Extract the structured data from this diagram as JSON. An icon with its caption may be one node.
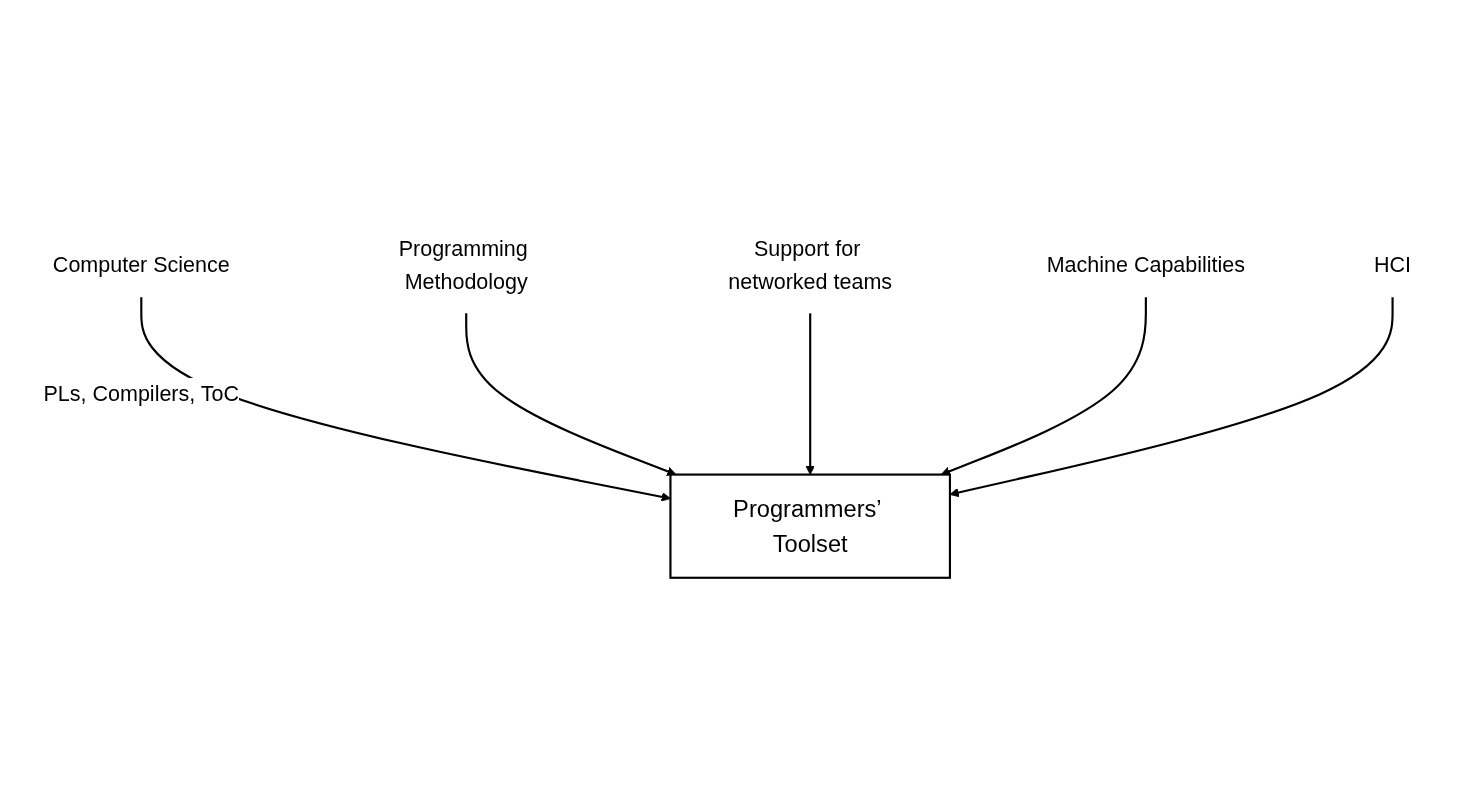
{
  "diagram": {
    "nodes": [
      {
        "text": [
          "Computer Science"
        ]
      },
      {
        "text": [
          "Programming Methodology"
        ]
      },
      {
        "text": [
          "Programmers’ Toolset"
        ]
      },
      {
        "text": [
          "Support for networked teams"
        ]
      },
      {
        "text": [
          "Machine Capabilities"
        ]
      },
      {
        "text": [
          "HCI"
        ]
      }
    ],
    "edges": [
      {
        "from": 0,
        "to": 2,
        "arrow": "to",
        "label": "PLs, Compilers, ToC"
      },
      {
        "from": 1,
        "to": 2,
        "arrow": "to"
      },
      {
        "from": 3,
        "to": 2,
        "arrow": "to"
      },
      {
        "from": 4,
        "to": 2,
        "arrow": "to"
      },
      {
        "from": 5,
        "to": 2,
        "arrow": "to"
      }
    ]
  }
}
